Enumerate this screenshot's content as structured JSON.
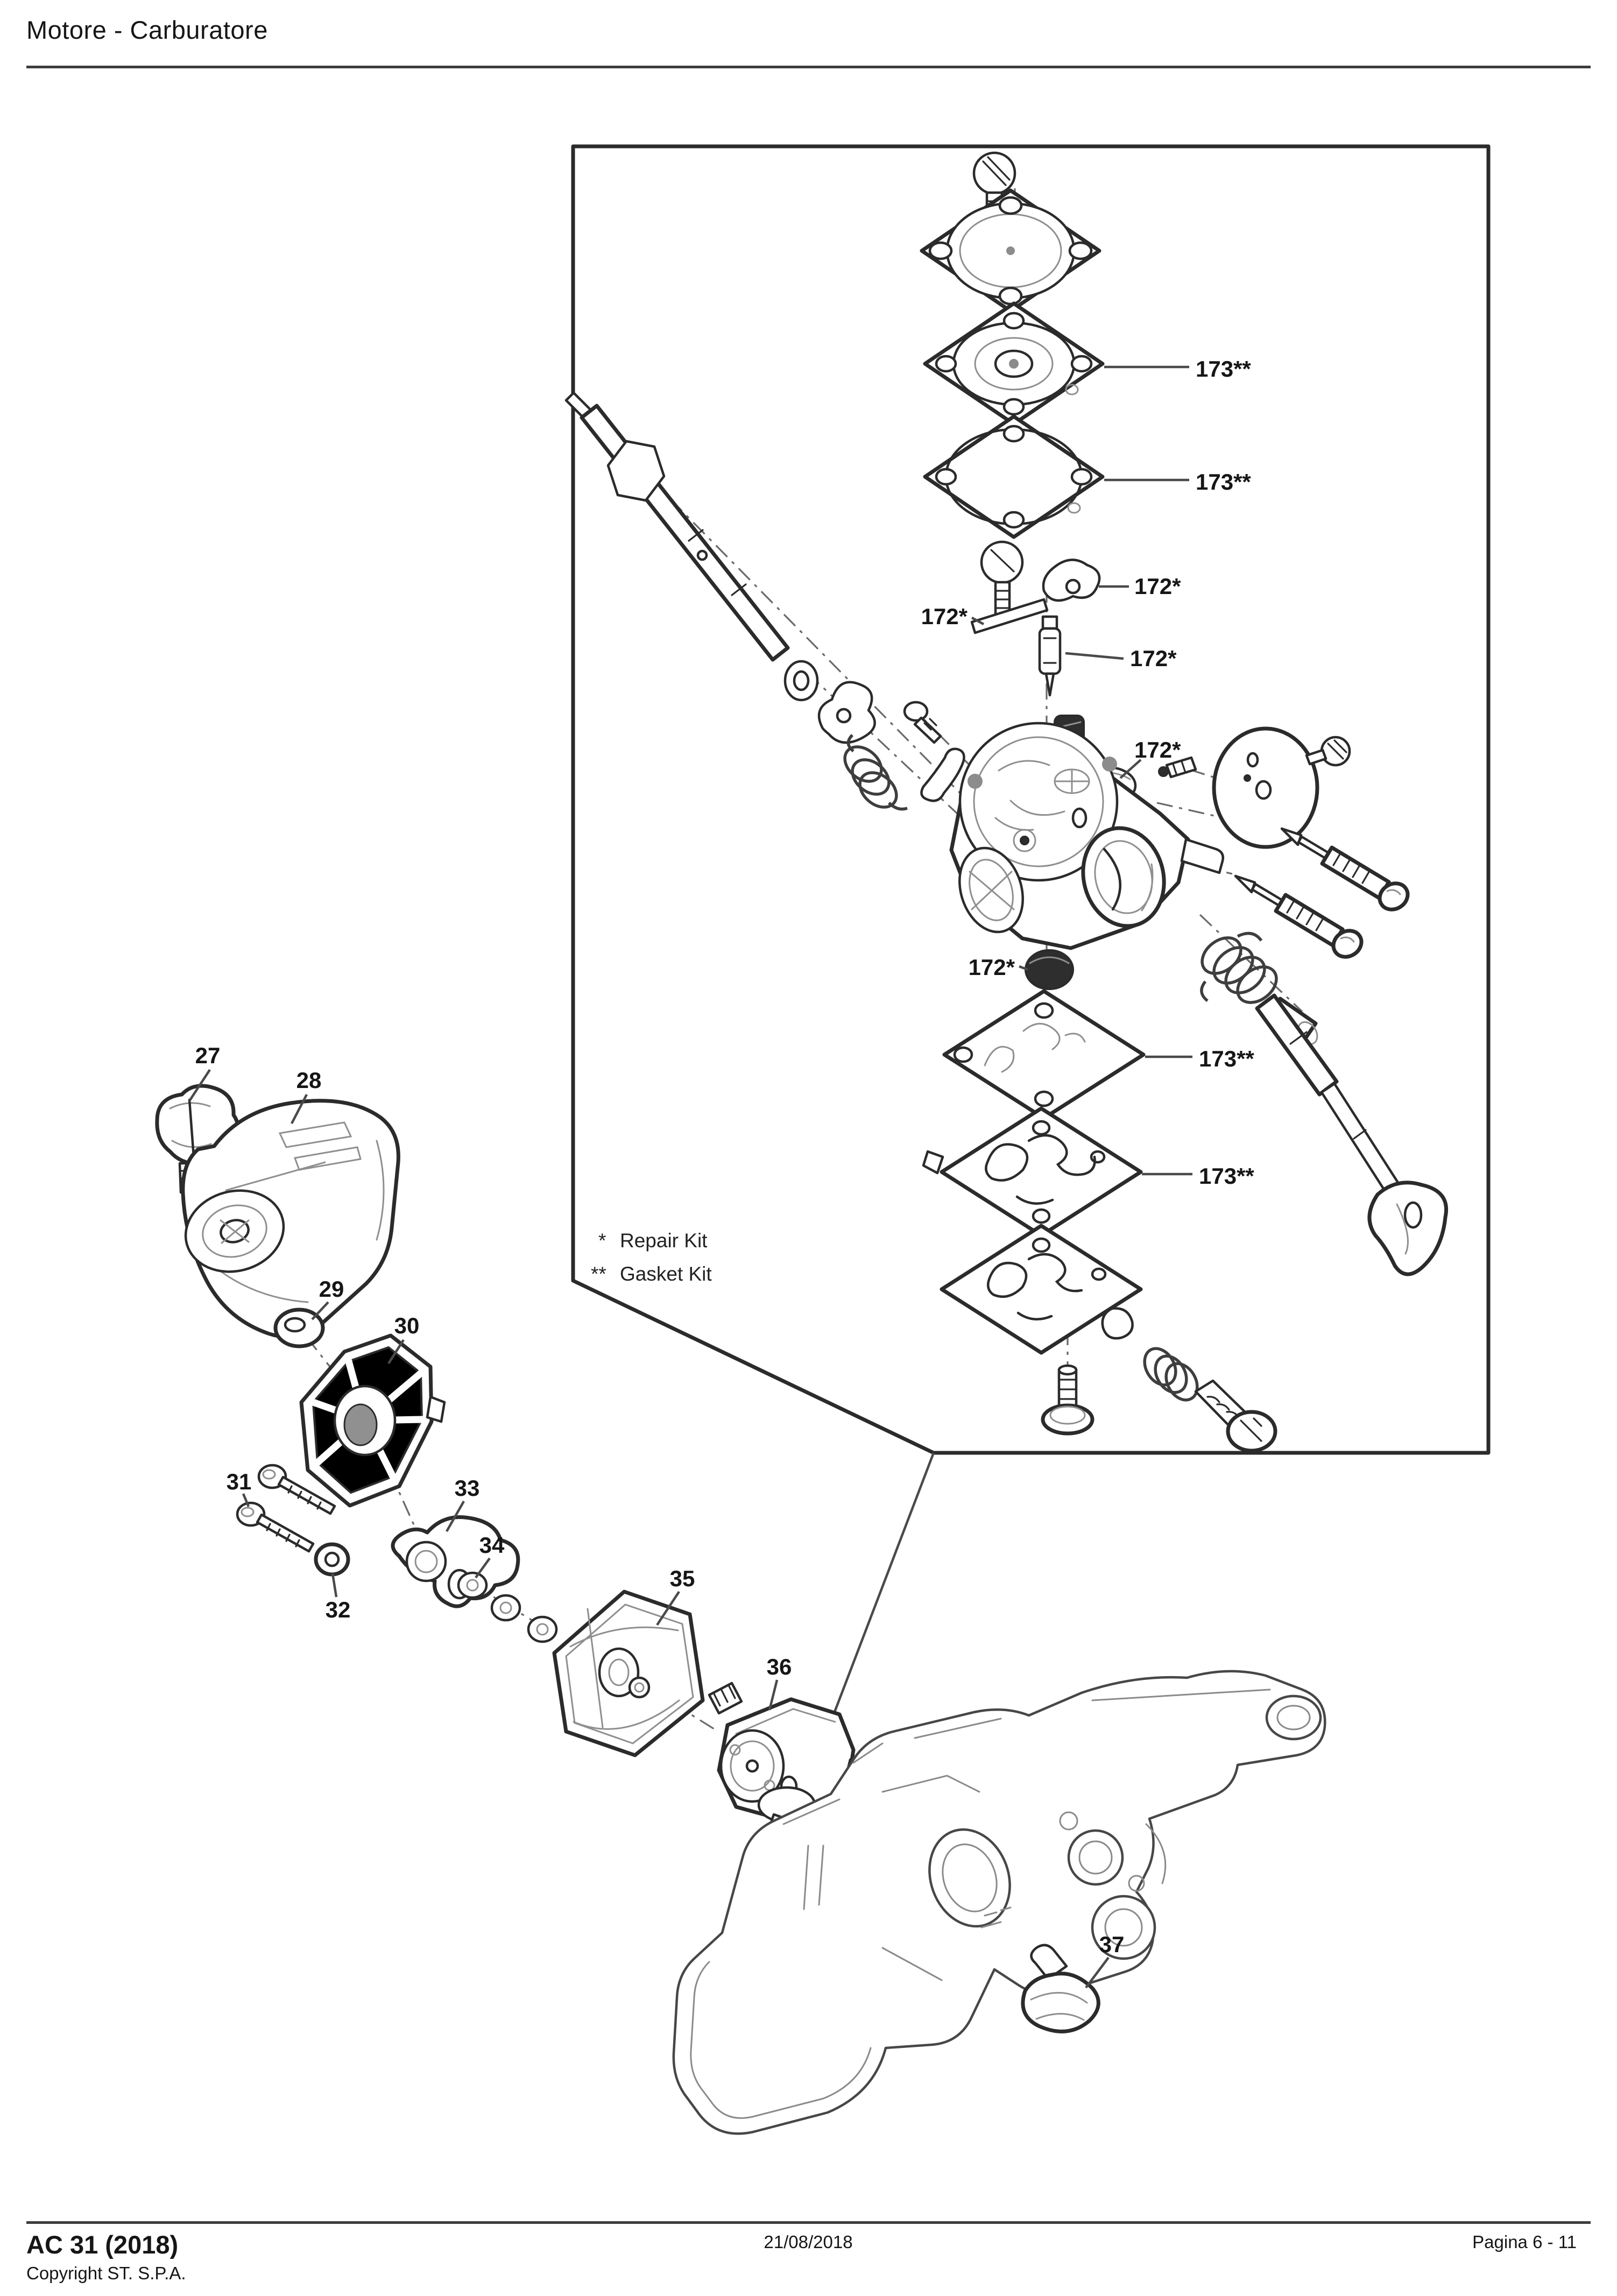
{
  "header": {
    "title": "Motore - Carburatore"
  },
  "footer": {
    "model": "AC 31 (2018)",
    "copyright": "Copyright ST. S.P.A.",
    "date": "21/08/2018",
    "page_label": "Pagina 6 - 11"
  },
  "diagram": {
    "legend": {
      "repair_symbol": "*",
      "repair_label": "Repair Kit",
      "gasket_symbol": "**",
      "gasket_label": "Gasket Kit"
    },
    "callouts": {
      "c27": "27",
      "c28": "28",
      "c29": "29",
      "c30": "30",
      "c31": "31",
      "c32": "32",
      "c33": "33",
      "c34": "34",
      "c35": "35",
      "c36": "36",
      "c37": "37",
      "k172": "172*",
      "k173": "173**"
    }
  },
  "colors": {
    "ink": "#2b2b2b",
    "mesh_gray": "#9b9b9b"
  }
}
